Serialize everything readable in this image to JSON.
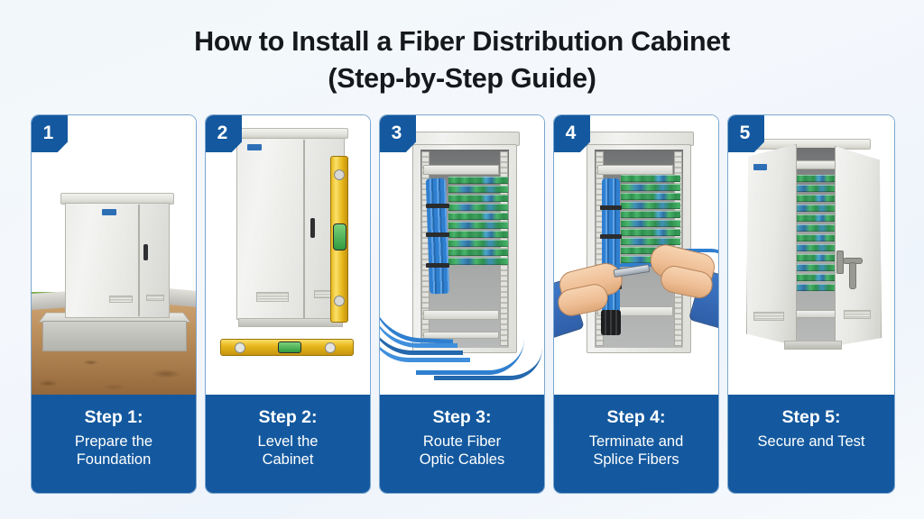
{
  "theme": {
    "accent_blue": "#14599F",
    "background": "#F4F8FC",
    "card_border": "#7BA6CF",
    "title_color": "#16191C"
  },
  "title": {
    "line1": "How to Install a Fiber Distribution Cabinet",
    "line2": "(Step-by-Step Guide)"
  },
  "steps": [
    {
      "badge": "1",
      "title": "Step 1:",
      "caption": "Prepare the\nFoundation",
      "image_alt": "Grey outdoor fiber distribution cabinet mounted on a concrete foundation pad surrounded by dirt and grass"
    },
    {
      "badge": "2",
      "title": "Step 2:",
      "caption": "Level the\nCabinet",
      "image_alt": "White cabinet with a yellow spirit level held vertically against it and a second level lying horizontally"
    },
    {
      "badge": "3",
      "title": "Step 3:",
      "caption": "Route Fiber\nOptic Cables",
      "image_alt": "Open equipment rack with green and blue fiber patch panels and blue cables routed out of the cabinet"
    },
    {
      "badge": "4",
      "title": "Step 4:",
      "caption": "Terminate and\nSplice Fibers",
      "image_alt": "Two hands splicing a fiber connector in front of an open fiber distribution rack"
    },
    {
      "badge": "5",
      "title": "Step 5:",
      "caption": "Secure and Test",
      "image_alt": "Fiber cabinet with both doors swung open showing green patch panels and a door lock handle"
    }
  ]
}
